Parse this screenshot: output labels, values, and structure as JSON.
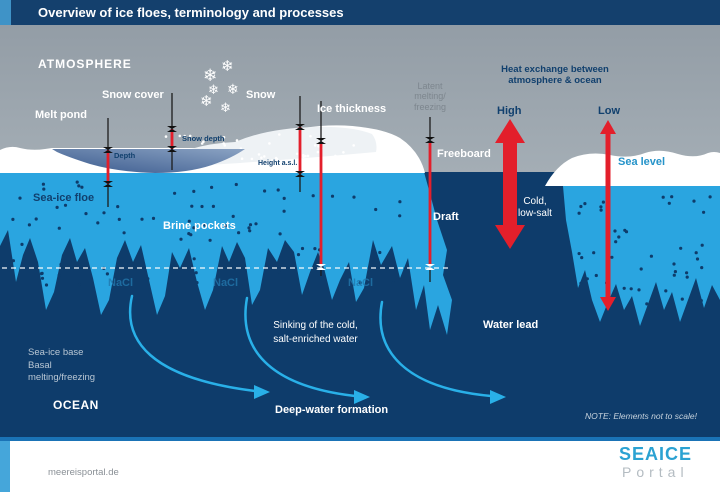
{
  "header": {
    "title": "Overview of ice floes, terminology and processes"
  },
  "labels": {
    "atmosphere": "ATMOSPHERE",
    "melt_pond": "Melt pond",
    "snow_cover": "Snow cover",
    "snow": "Snow",
    "ice_thickness": "Ice thickness",
    "latent": [
      "Latent",
      "melting/",
      "freezing"
    ],
    "heat_exchange": [
      "Heat exchange between",
      "atmosphere & ocean"
    ],
    "high": "High",
    "low": "Low",
    "freeboard": "Freeboard",
    "sea_level": "Sea level",
    "depth": "Depth",
    "snow_depth": "Snow depth",
    "height_asl": "Height a.s.l.",
    "sea_ice_floe": "Sea-ice floe",
    "brine_pockets": "Brine pockets",
    "draft": "Draft",
    "cold_low_salt": [
      "Cold,",
      "low-salt"
    ],
    "nacl": "NaCl",
    "sinking": [
      "Sinking of the cold,",
      "salt-enriched water"
    ],
    "water_lead": "Water lead",
    "sea_ice_base": [
      "Sea-ice base",
      "Basal",
      "melting/freezing"
    ],
    "ocean": "OCEAN",
    "deep_water_formation": "Deep-water formation",
    "note": "NOTE: Elements not to scale!"
  },
  "footer": {
    "website": "meereisportal.de",
    "logo_line1": "SEAICE",
    "logo_line2": "Portal"
  },
  "icons": {
    "snowflake": "❄"
  },
  "colors": {
    "header_navy": "#14406d",
    "ocean_navy": "#0e3c6b",
    "ice_blue": "#2aa5e0",
    "red_arrow": "#e31f2b",
    "flow_arrow_blue": "#29b0e8",
    "logo_blue": "#2ba2d2",
    "accent_stripe": "#45a6da"
  }
}
